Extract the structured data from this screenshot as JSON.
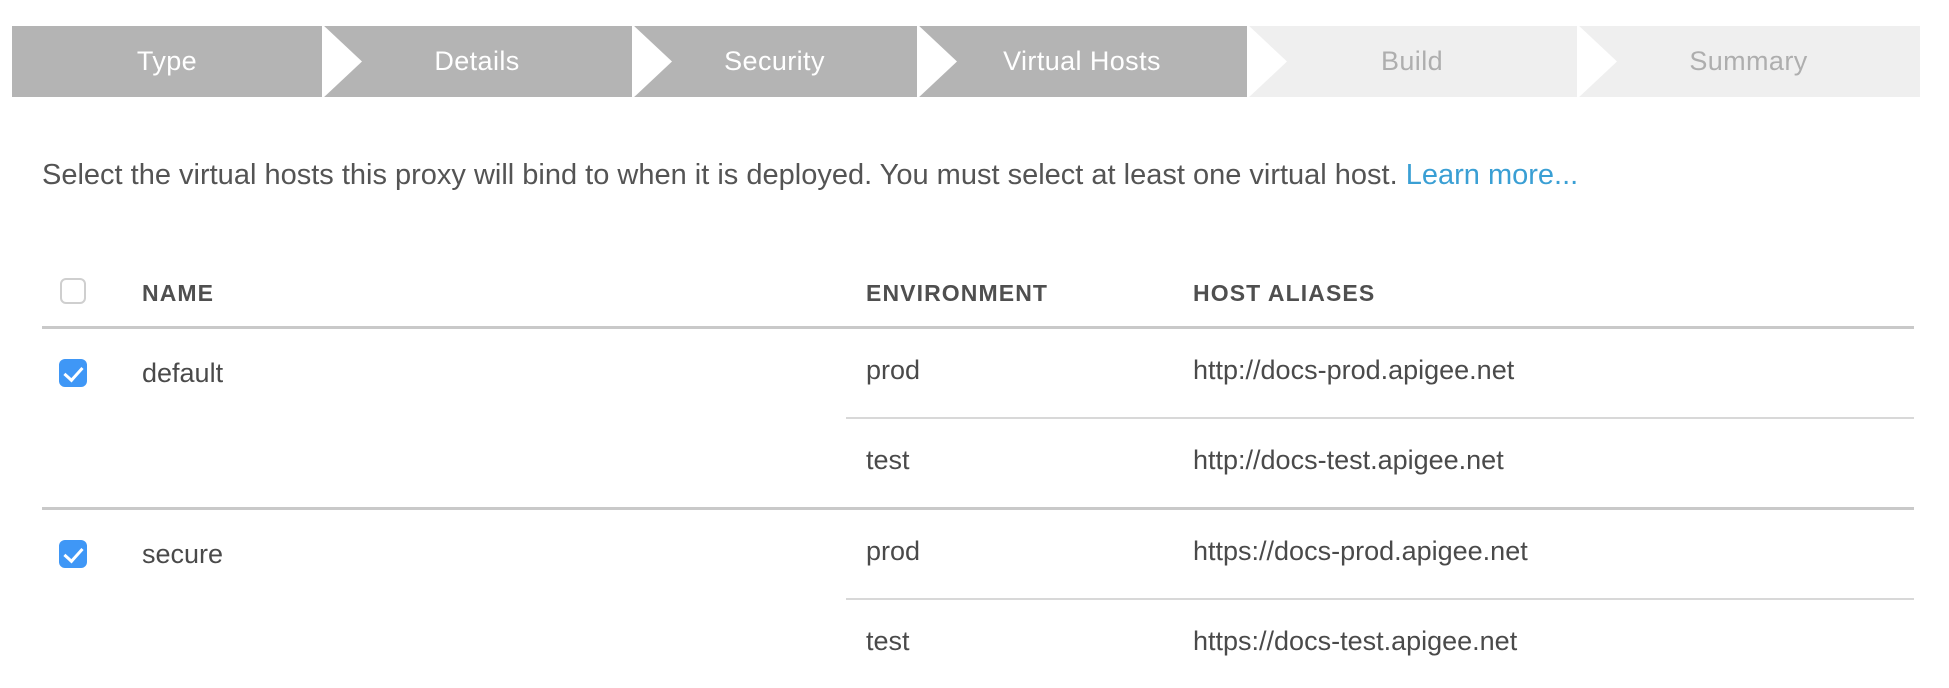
{
  "wizard": {
    "steps": [
      {
        "label": "Type",
        "state": "active"
      },
      {
        "label": "Details",
        "state": "active"
      },
      {
        "label": "Security",
        "state": "active"
      },
      {
        "label": "Virtual Hosts",
        "state": "active"
      },
      {
        "label": "Build",
        "state": "inactive"
      },
      {
        "label": "Summary",
        "state": "inactive"
      }
    ],
    "active_color": "#b4b4b4",
    "inactive_color": "#efefef",
    "active_text_color": "#ffffff",
    "inactive_text_color": "#aeaeae"
  },
  "description": {
    "text": "Select the virtual hosts this proxy will bind to when it is deployed. You must select at least one virtual host.",
    "link_label": "Learn more...",
    "link_color": "#3a9fd4"
  },
  "table": {
    "headers": {
      "name": "NAME",
      "environment": "ENVIRONMENT",
      "host_aliases": "HOST ALIASES"
    },
    "select_all_checked": false,
    "checkbox_checked_color": "#3f97f6",
    "groups": [
      {
        "name": "default",
        "checked": true,
        "rows": [
          {
            "environment": "prod",
            "host_alias": "http://docs-prod.apigee.net"
          },
          {
            "environment": "test",
            "host_alias": "http://docs-test.apigee.net"
          }
        ]
      },
      {
        "name": "secure",
        "checked": true,
        "rows": [
          {
            "environment": "prod",
            "host_alias": "https://docs-prod.apigee.net"
          },
          {
            "environment": "test",
            "host_alias": "https://docs-test.apigee.net"
          }
        ]
      }
    ]
  }
}
